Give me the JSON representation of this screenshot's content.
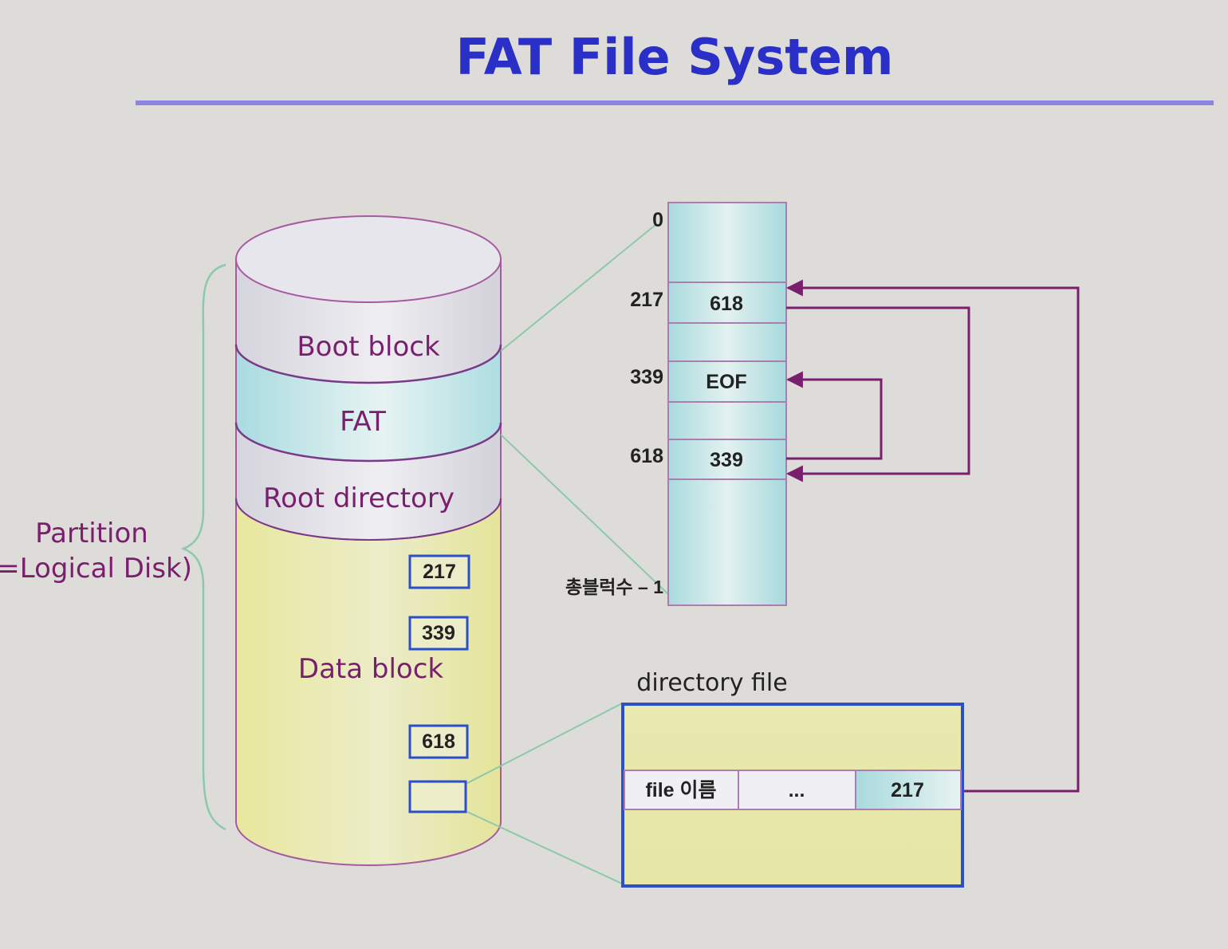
{
  "title": "FAT File System",
  "partition": {
    "label_line1": "Partition",
    "label_line2": "(=Logical Disk)",
    "regions": {
      "boot": "Boot block",
      "fat": "FAT",
      "root": "Root directory",
      "data": "Data block"
    },
    "data_blocks": [
      "217",
      "339",
      "618"
    ]
  },
  "fat_table": {
    "index_labels": [
      "0",
      "217",
      "339",
      "618",
      "총블럭수 – 1"
    ],
    "entries": [
      {
        "index": "217",
        "value": "618"
      },
      {
        "index": "339",
        "value": "EOF"
      },
      {
        "index": "618",
        "value": "339"
      }
    ]
  },
  "directory_file": {
    "label": "directory file",
    "cells": [
      "file 이름",
      "...",
      "217"
    ]
  },
  "colors": {
    "title": "#2a2fc8",
    "rule": "#8a86e0",
    "arrow": "#7a1f6e",
    "connector": "#8cc9ac",
    "box_border": "#2a4fc8"
  }
}
